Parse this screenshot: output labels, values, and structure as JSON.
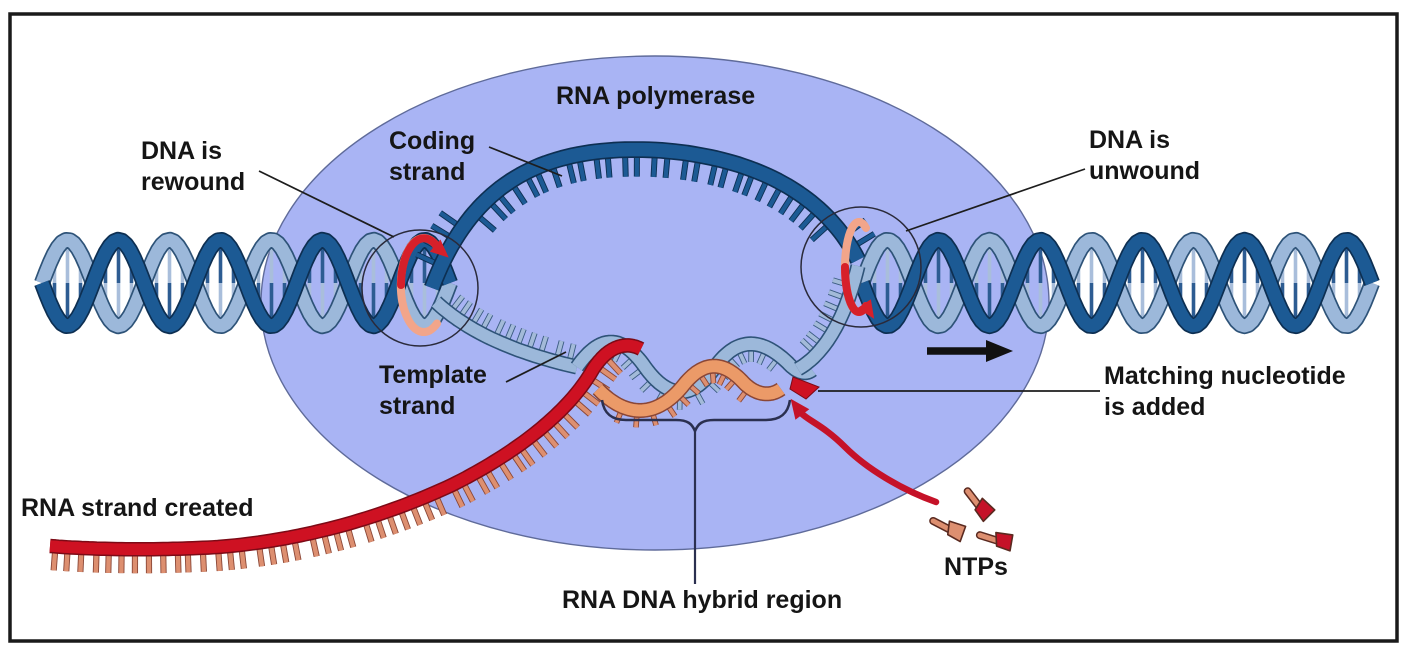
{
  "diagram": {
    "title": "RNA polymerase transcription diagram",
    "labels": {
      "rna_polymerase": "RNA polymerase",
      "dna_rewound_line1": "DNA is",
      "dna_rewound_line2": "rewound",
      "coding_strand_line1": "Coding",
      "coding_strand_line2": "strand",
      "dna_unwound_line1": "DNA is",
      "dna_unwound_line2": "unwound",
      "template_strand_line1": "Template",
      "template_strand_line2": "strand",
      "matching_nucleotide_line1": "Matching nucleotide",
      "matching_nucleotide_line2": "is added",
      "rna_strand_created": "RNA strand created",
      "rna_dna_hybrid_region": "RNA DNA hybrid region",
      "ntps": "NTPs"
    },
    "icons": {
      "rotation_arrow": "circular-rotation-arrow",
      "direction_arrow": "right-arrow",
      "ntp_flow_arrow": "curved-arrow",
      "ntp_molecule": "nucleotide-shape"
    },
    "colors": {
      "polymerase_body": "#a9b4f4",
      "polymerase_outline": "#5f6b9a",
      "dna_dark_strand": "#1c5a94",
      "dna_dark_outline": "#0d2f52",
      "dna_light_strand": "#9cb8da",
      "dna_light_outline": "#2e5378",
      "rna_strand": "#ce1122",
      "rna_outline": "#7c0a16",
      "rna_bases": "#dd8f70",
      "rna_bases_outline": "#8a4636",
      "hybrid_ribbon": "#eb9a68",
      "template_bases": "#a3bad8",
      "template_bases_outline": "#3a5b80",
      "rotation_arrow_red": "#d6202a",
      "rotation_arrow_salmon": "#f2a58a",
      "ntp_arrow": "#c51228",
      "direction_arrow": "#111111",
      "line_color": "#1d1d1d",
      "brace_color": "#2b3050",
      "frame_border": "#1a1a1a",
      "label_text": "#151515"
    }
  }
}
